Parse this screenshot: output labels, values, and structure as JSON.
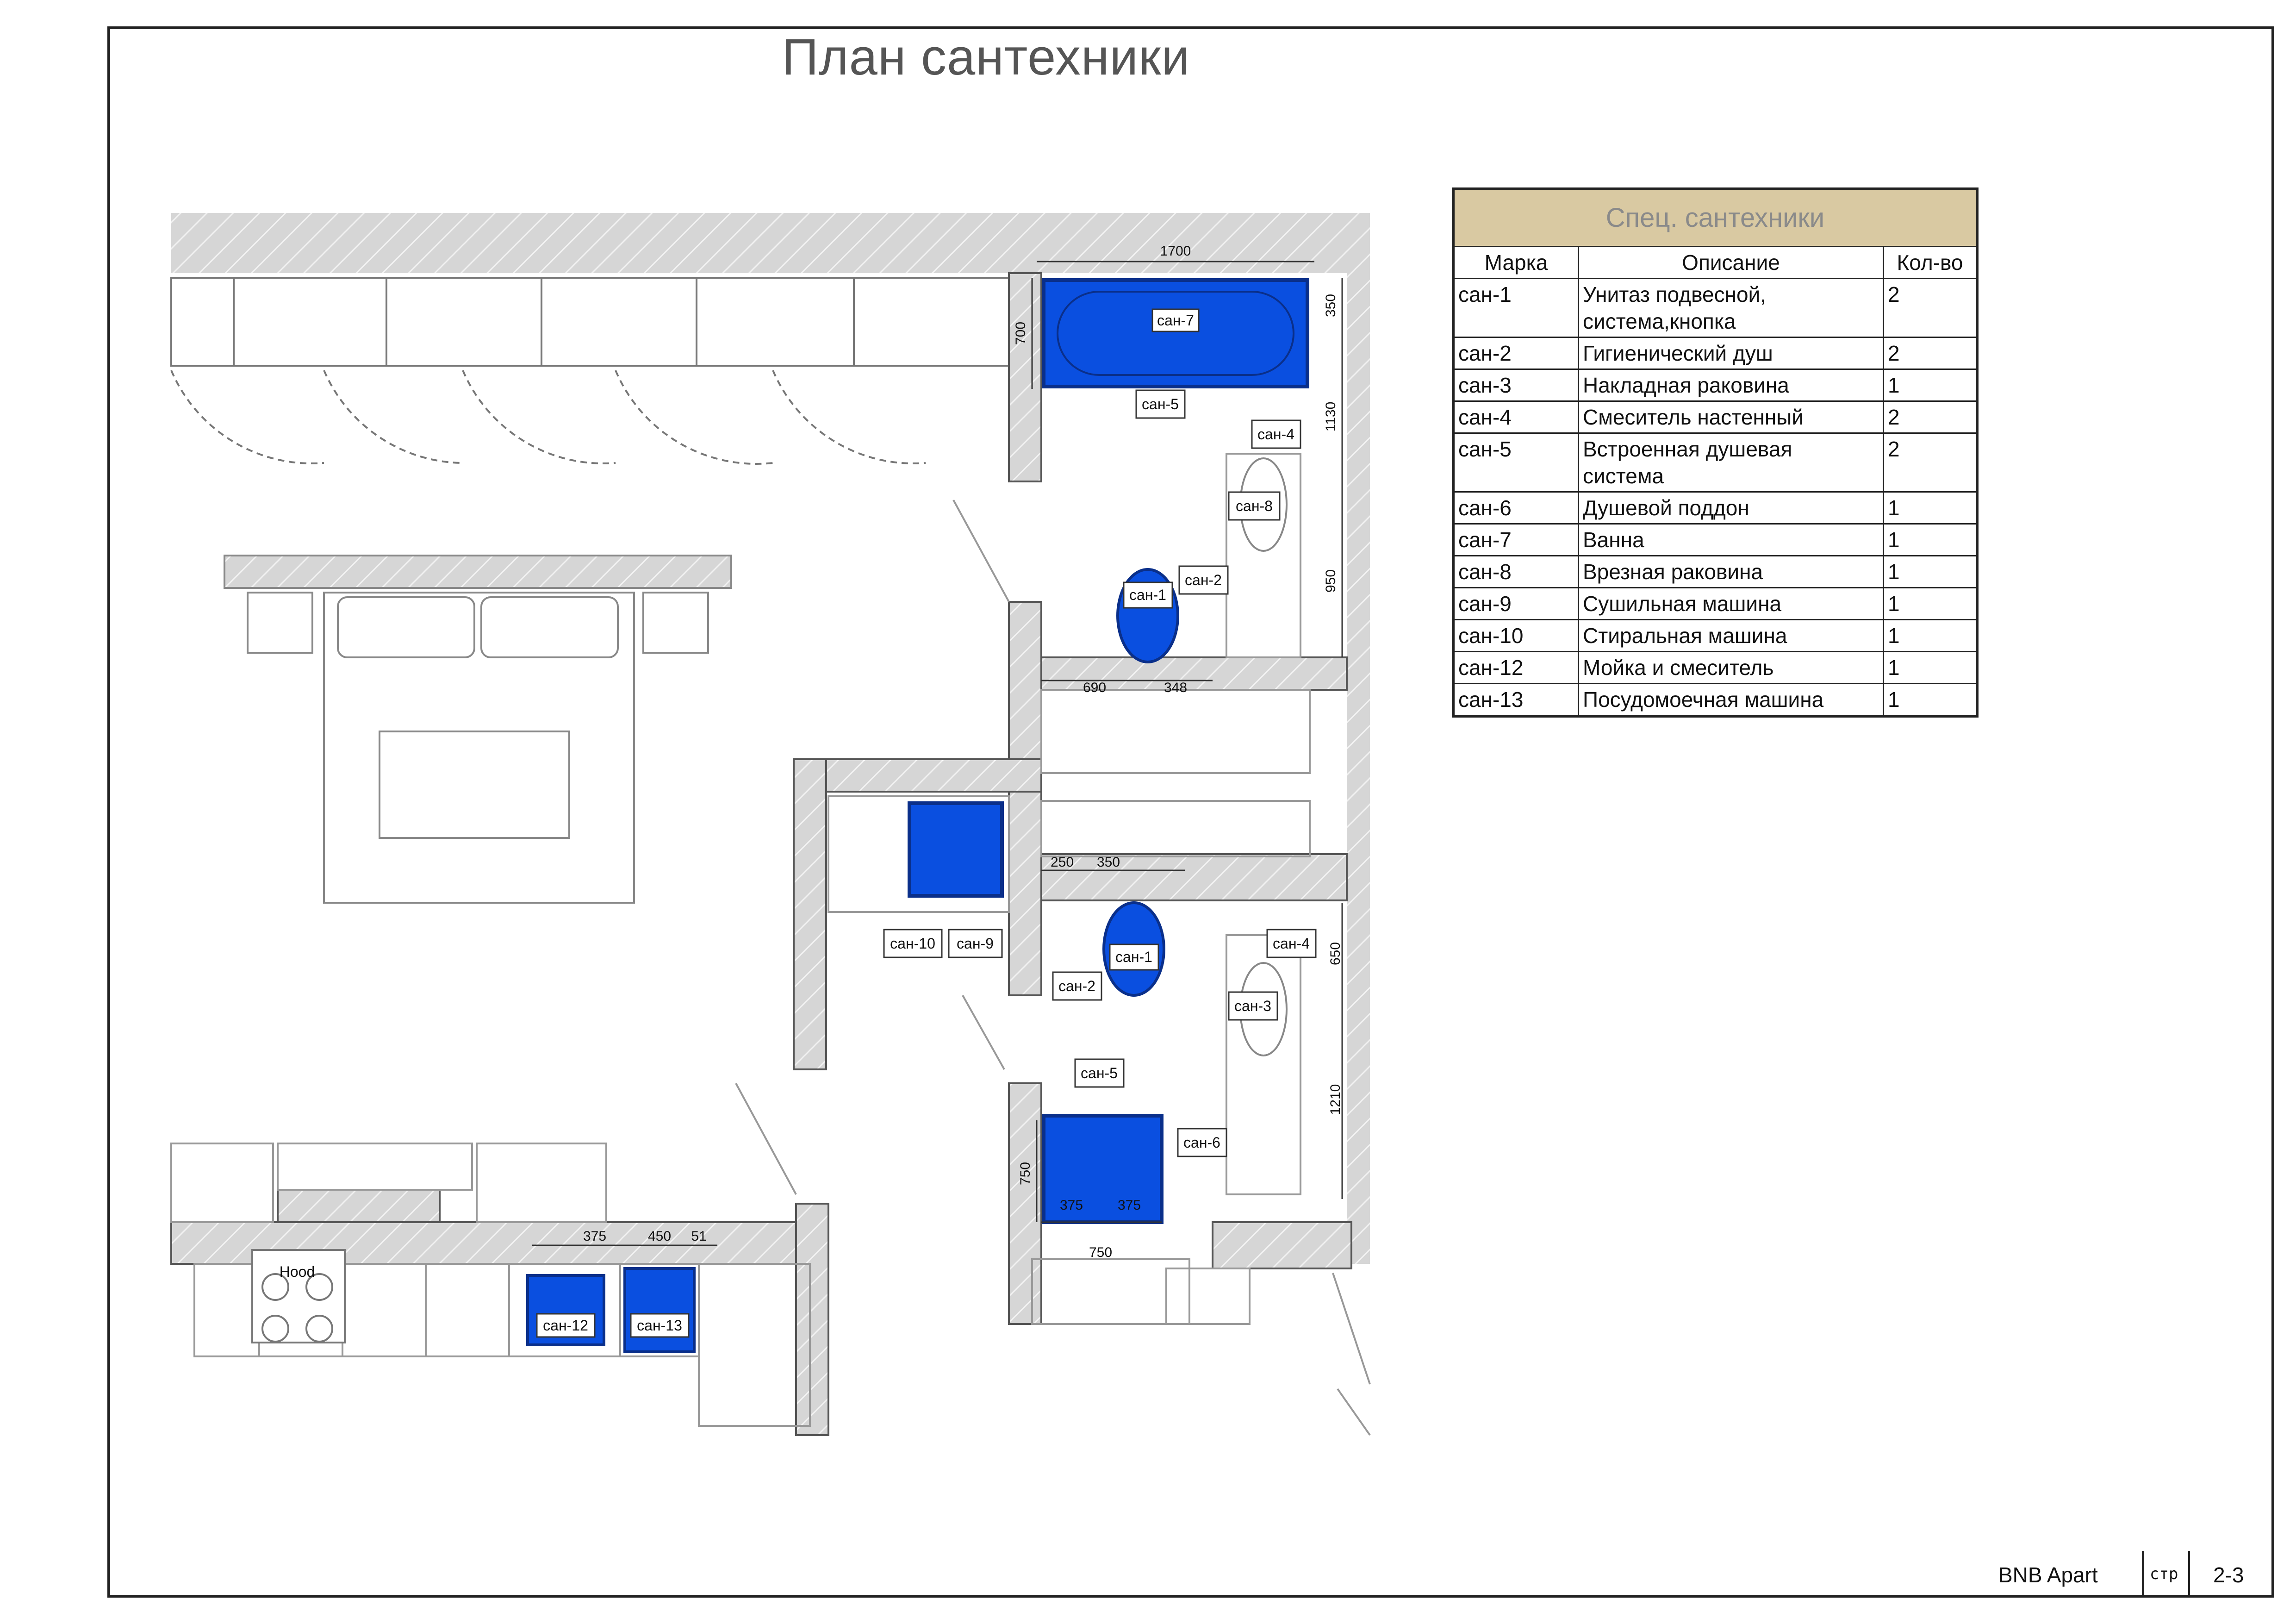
{
  "page": {
    "title": "План сантехники"
  },
  "spec": {
    "caption": "Спец. сантехники",
    "headers": [
      "Марка",
      "Описание",
      "Кол-во"
    ],
    "rows": [
      {
        "mark": "сан-1",
        "desc": "Унитаз подвесной, система,кнопка",
        "qty": "2"
      },
      {
        "mark": "сан-2",
        "desc": "Гигиенический душ",
        "qty": "2"
      },
      {
        "mark": "сан-3",
        "desc": "Накладная раковина",
        "qty": "1"
      },
      {
        "mark": "сан-4",
        "desc": "Смеситель настенный",
        "qty": "2"
      },
      {
        "mark": "сан-5",
        "desc": "Встроенная душевая система",
        "qty": "2"
      },
      {
        "mark": "сан-6",
        "desc": "Душевой поддон",
        "qty": "1"
      },
      {
        "mark": "сан-7",
        "desc": "Ванна",
        "qty": "1"
      },
      {
        "mark": "сан-8",
        "desc": "Врезная раковина",
        "qty": "1"
      },
      {
        "mark": "сан-9",
        "desc": "Сушильная машина",
        "qty": "1"
      },
      {
        "mark": "сан-10",
        "desc": "Стиральная машина",
        "qty": "1"
      },
      {
        "mark": "сан-12",
        "desc": "Мойка и смеситель",
        "qty": "1"
      },
      {
        "mark": "сан-13",
        "desc": "Посудомоечная машина",
        "qty": "1"
      }
    ]
  },
  "plan": {
    "tags": {
      "san7": "сан-7",
      "san5a": "сан-5",
      "san4a": "сан-4",
      "san8": "сан-8",
      "san1a": "сан-1",
      "san2a": "сан-2",
      "san10": "сан-10",
      "san9": "сан-9",
      "san1b": "сан-1",
      "san2b": "сан-2",
      "san4b": "сан-4",
      "san3": "сан-3",
      "san5b": "сан-5",
      "san6": "сан-6",
      "san12": "сан-12",
      "san13": "сан-13",
      "hood": "Hood"
    },
    "dims": {
      "d1700": "1700",
      "d700": "700",
      "d350a": "350",
      "d1130": "1130",
      "d950": "950",
      "d690": "690",
      "d348": "348",
      "d250": "250",
      "d350b": "350",
      "d650": "650",
      "d1210": "1210",
      "d750v": "750",
      "d375a": "375",
      "d375b": "375",
      "d750h": "750",
      "d375k": "375",
      "d450": "450",
      "d51": "51"
    }
  },
  "stamp": {
    "project": "BNB Apart",
    "sheet_label": "стр",
    "sheet": "2-3"
  },
  "colors": {
    "fixture": "#0a4fe0",
    "fixture_dark": "#0a2f8a",
    "header": "#d9c9a2",
    "wall": "#d0d0d0"
  }
}
